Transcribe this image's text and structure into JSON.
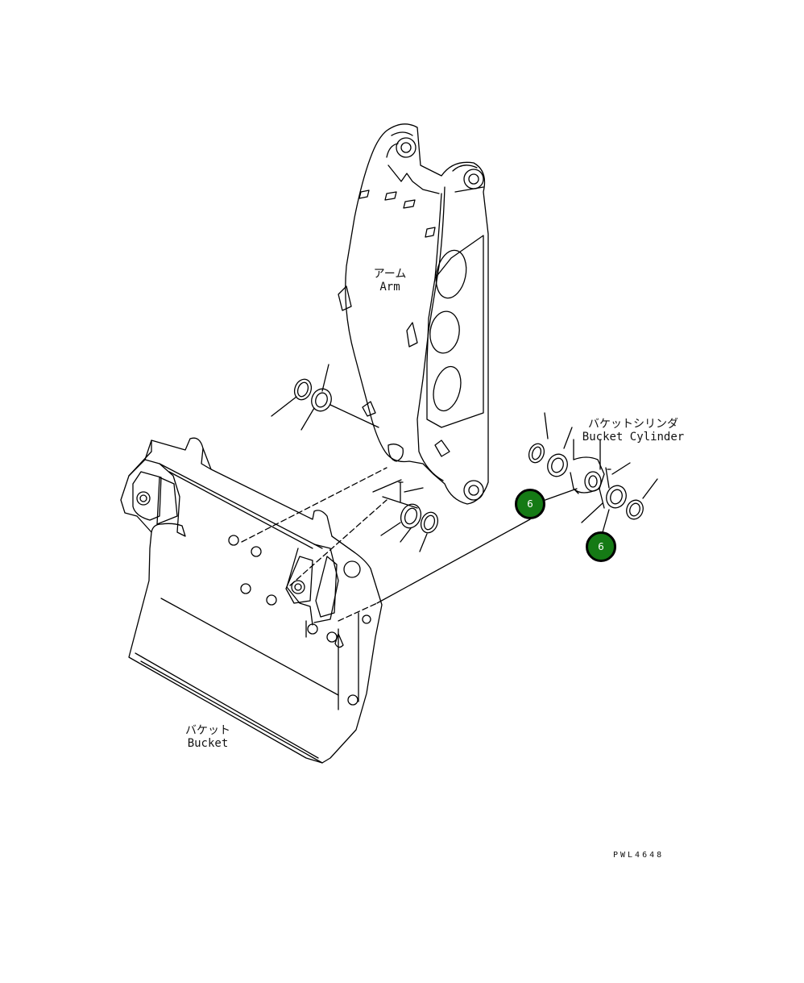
{
  "labels": {
    "arm_jp": "アーム",
    "arm_en": "Arm",
    "bucket_cylinder_jp": "バケットシリンダ",
    "bucket_cylinder_en": "Bucket Cylinder",
    "bucket_jp": "バケット",
    "bucket_en": "Bucket"
  },
  "callouts": [
    {
      "number": "6"
    },
    {
      "number": "6"
    }
  ],
  "drawing_code": "PWL4648",
  "colors": {
    "callout_fill": "#157a15",
    "callout_border": "#000000",
    "line": "#000000"
  }
}
